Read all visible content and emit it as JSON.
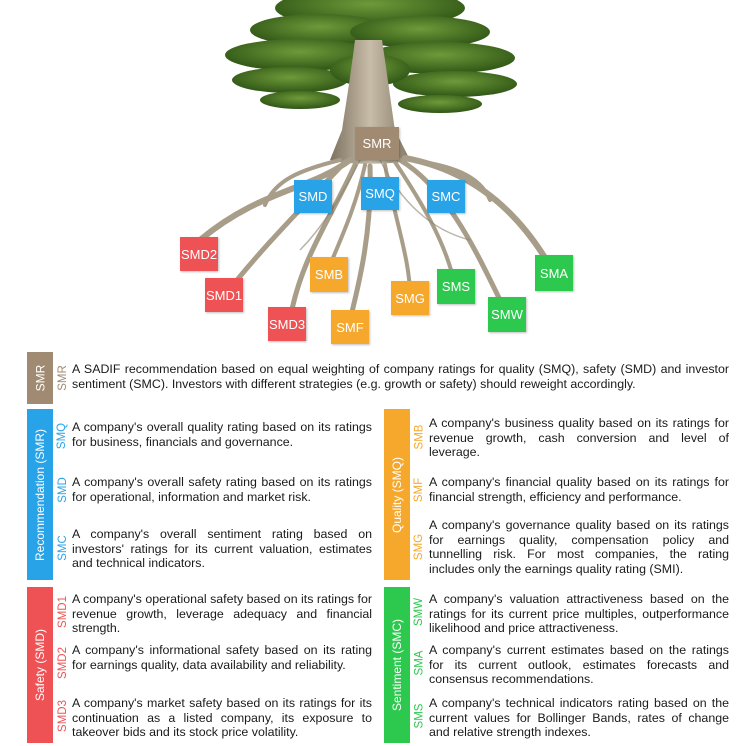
{
  "colors": {
    "smr": "#a08a72",
    "blue": "#29a3e8",
    "orange": "#f5a82c",
    "red": "#ee5255",
    "green": "#2dc94f",
    "trunk": "#a59a86",
    "foliage": "#3f6b1f"
  },
  "tree": {
    "nodes": {
      "smr": "SMR",
      "smd": "SMD",
      "smq": "SMQ",
      "smc": "SMC",
      "smd2": "SMD2",
      "smd1": "SMD1",
      "smd3": "SMD3",
      "smb": "SMB",
      "smf": "SMF",
      "smg": "SMG",
      "sms": "SMS",
      "smw": "SMW",
      "sma": "SMA"
    }
  },
  "legend": {
    "smr": {
      "tab": "SMR",
      "code": "SMR",
      "text": "A SADIF recommendation based on equal weighting of company ratings for quality (SMQ), safety (SMD) and investor sentiment (SMC). Investors with different strategies (e.g. growth or safety) should reweight accordingly."
    },
    "recommendation": {
      "tab": "Recommendation (SMR)",
      "items": [
        {
          "code": "SMQ",
          "text": "A company's overall quality rating based on its ratings for business, financials and governance."
        },
        {
          "code": "SMD",
          "text": "A company's overall safety rating based on its ratings for operational, information and market risk."
        },
        {
          "code": "SMC",
          "text": "A company's overall sentiment rating based on investors' ratings for its current valuation, estimates and technical indicators."
        }
      ]
    },
    "quality": {
      "tab": "Quality (SMQ)",
      "items": [
        {
          "code": "SMB",
          "text": "A company's business quality based on its ratings for revenue growth, cash conversion and level of leverage."
        },
        {
          "code": "SMF",
          "text": "A company's financial quality based on its ratings for financial strength, efficiency and performance."
        },
        {
          "code": "SMG",
          "text": "A company's governance quality based on its ratings for earnings quality, compensation policy and tunnelling risk. For most companies, the rating includes only the earnings quality rating (SMI)."
        }
      ]
    },
    "safety": {
      "tab": "Safety (SMD)",
      "items": [
        {
          "code": "SMD1",
          "text": "A company's operational safety based on its ratings for revenue growth, leverage adequacy and financial strength."
        },
        {
          "code": "SMD2",
          "text": "A company's informational safety based on its rating for earnings quality, data availability and reliability."
        },
        {
          "code": "SMD3",
          "text": "A company's market safety based on its ratings for its continuation as a listed company, its exposure to takeover bids and its stock price volatility."
        }
      ]
    },
    "sentiment": {
      "tab": "Sentiment (SMC)",
      "items": [
        {
          "code": "SMW",
          "text": "A company's valuation attractiveness based on the ratings for its current price multiples, outperformance likelihood and price attractiveness."
        },
        {
          "code": "SMA",
          "text": "A company's current estimates based on the ratings for its current outlook, estimates forecasts and consensus recommendations."
        },
        {
          "code": "SMS",
          "text": "A company's technical indicators rating based on the current values for Bollinger Bands, rates of change and relative strength indexes."
        }
      ]
    }
  }
}
